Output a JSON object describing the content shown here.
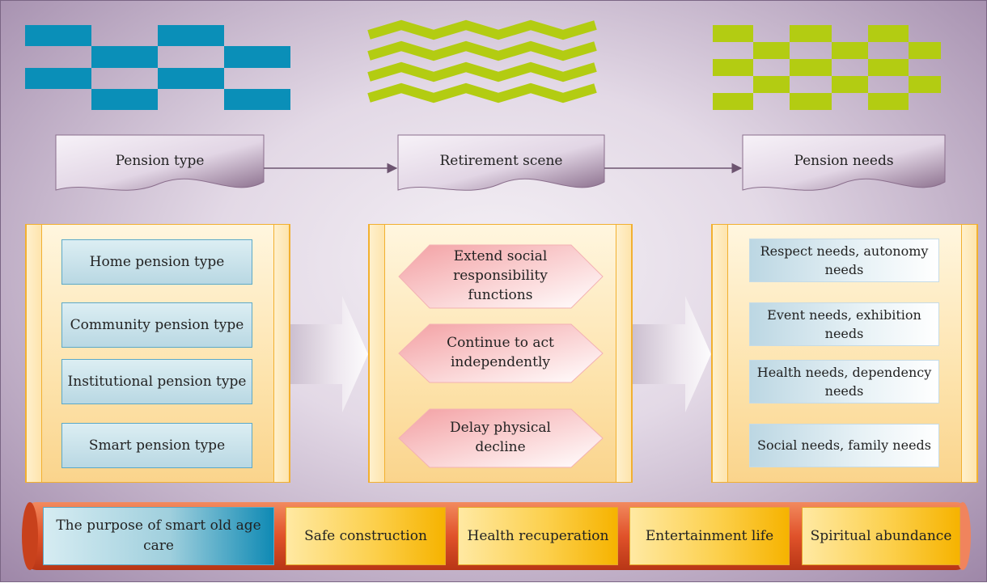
{
  "colors": {
    "blue_pattern": "#0a8fb8",
    "green_pattern": "#b3cc12",
    "banner_dark": "#8a6e8c",
    "arrow": "#6d5470",
    "panel_border": "#f2b030",
    "hexagon_pink": "#f2a0a0",
    "bottom_tube": "#e0522a"
  },
  "banners": [
    {
      "label": "Pension type"
    },
    {
      "label": "Retirement scene"
    },
    {
      "label": "Pension needs"
    }
  ],
  "pension_types": [
    "Home pension type",
    "Community pension type",
    "Institutional pension type",
    "Smart pension type"
  ],
  "scenes": [
    "Extend social responsibility functions",
    "Continue to act independently",
    "Delay physical decline"
  ],
  "needs": [
    "Respect needs, autonomy needs",
    "Event needs, exhibition needs",
    "Health needs, dependency needs",
    "Social needs, family needs"
  ],
  "bottom": {
    "purpose": "The purpose of smart old age care",
    "items": [
      "Safe construction",
      "Health recuperation",
      "Entertainment life",
      "Spiritual abundance"
    ]
  }
}
